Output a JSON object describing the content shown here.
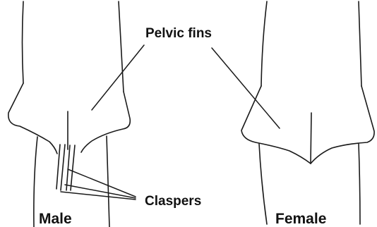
{
  "labels": {
    "pelvic_fins": "Pelvic fins",
    "claspers": "Claspers",
    "male": "Male",
    "female": "Female"
  },
  "colors": {
    "ink": "#1a1a1a",
    "background": "#ffffff"
  }
}
